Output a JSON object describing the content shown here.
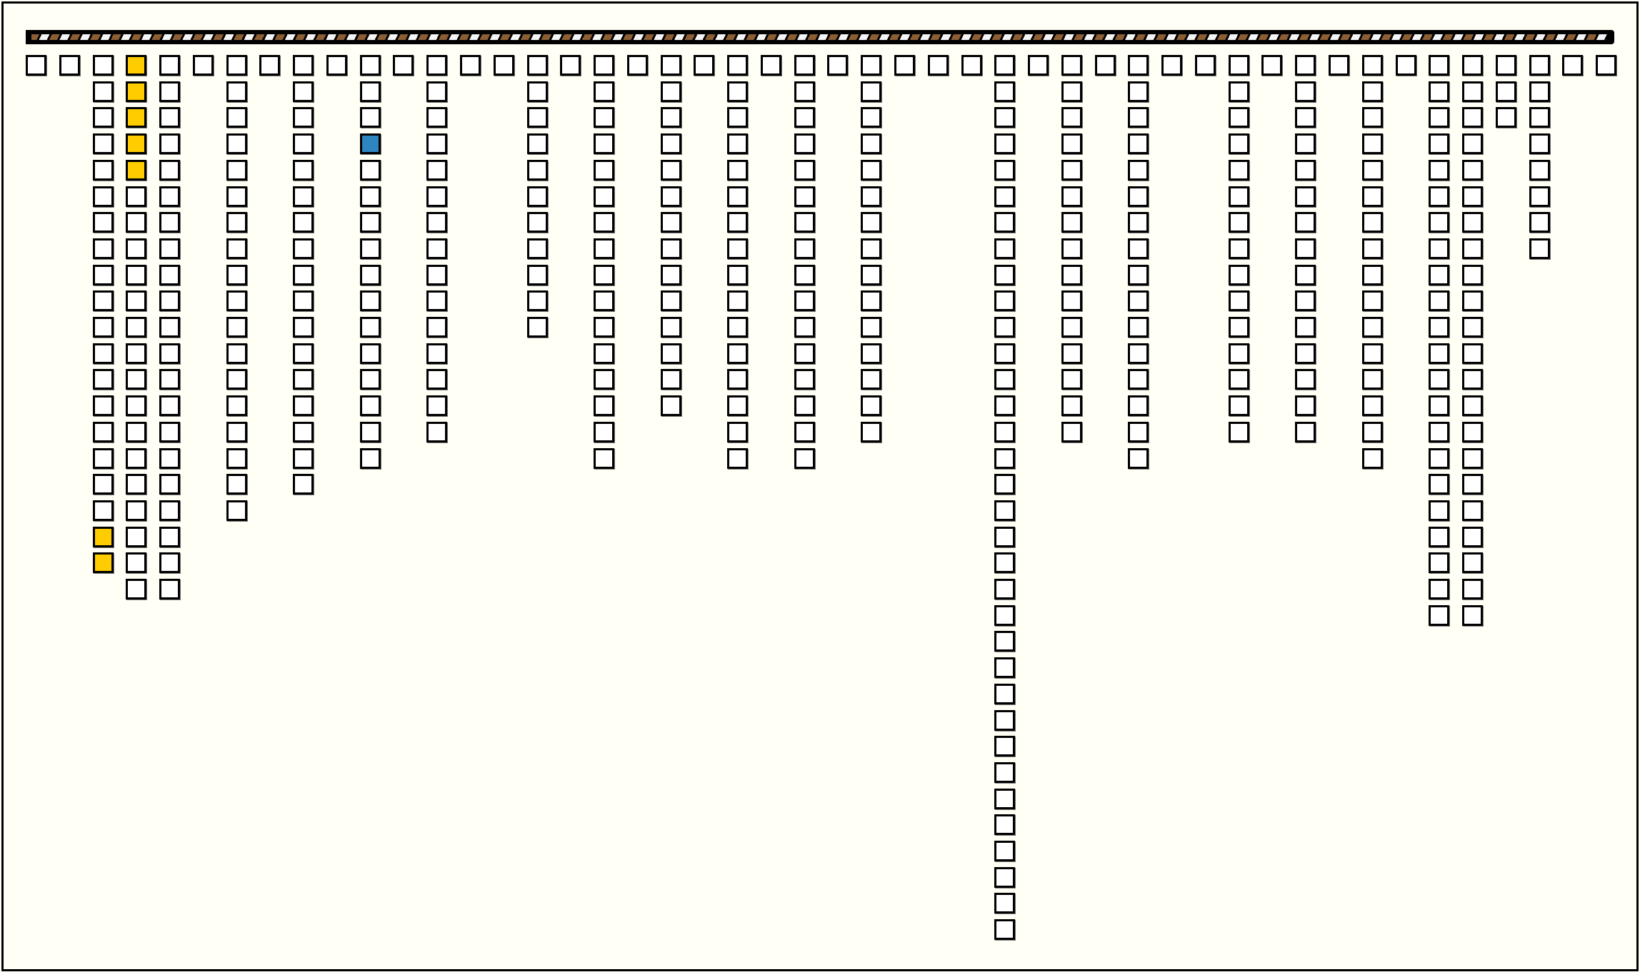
{
  "board": {
    "column_heights": [
      1,
      1,
      20,
      21,
      21,
      1,
      18,
      1,
      17,
      1,
      16,
      1,
      15,
      1,
      1,
      11,
      1,
      16,
      1,
      14,
      1,
      16,
      1,
      16,
      1,
      15,
      1,
      1,
      1,
      34,
      1,
      15,
      1,
      16,
      1,
      1,
      15,
      1,
      15,
      1,
      16,
      1,
      22,
      22,
      3,
      8,
      1,
      1
    ],
    "highlights": [
      {
        "column": 2,
        "row": 18,
        "color": "yellow"
      },
      {
        "column": 2,
        "row": 19,
        "color": "yellow"
      },
      {
        "column": 3,
        "row": 0,
        "color": "yellow"
      },
      {
        "column": 3,
        "row": 1,
        "color": "yellow"
      },
      {
        "column": 3,
        "row": 2,
        "color": "yellow"
      },
      {
        "column": 3,
        "row": 3,
        "color": "yellow"
      },
      {
        "column": 3,
        "row": 4,
        "color": "yellow"
      },
      {
        "column": 10,
        "row": 3,
        "color": "blue"
      }
    ],
    "colors": {
      "yellow": "#ffcc00",
      "blue": "#2e86c1",
      "empty": "#ffffff",
      "background": "#fffff5"
    }
  }
}
